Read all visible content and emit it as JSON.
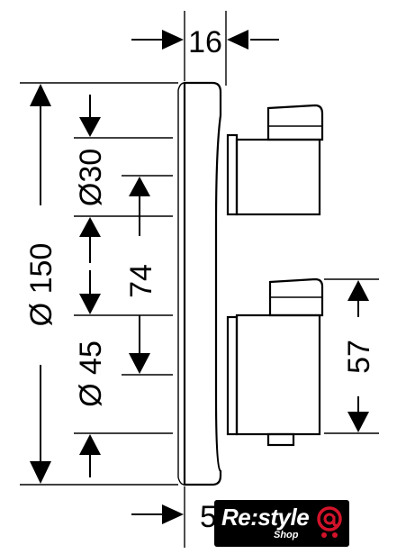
{
  "dimensions": {
    "top_width": "16",
    "bottom_width": "5",
    "cover_diameter": "Ø 150",
    "handle_diameter_upper": "Ø30",
    "handle_diameter_lower": "Ø 45",
    "center_distance": "74",
    "lower_offset": "57"
  },
  "logo": {
    "brand": "Re:style",
    "sub": "Shop",
    "colors": {
      "background": "#000000",
      "text": "#ffffff",
      "accent": "#d3132a"
    }
  }
}
